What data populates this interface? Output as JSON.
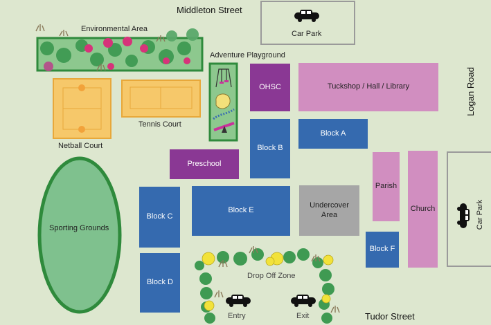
{
  "streets": {
    "north": "Middleton Street",
    "south": "Tudor Street",
    "east": "Logan Road"
  },
  "car_park_top": "Car Park",
  "car_park_right": "Car Park",
  "environmental_area": "Environmental Area",
  "adventure_playground": "Adventure Playground",
  "tennis_court": "Tennis Court",
  "netball_court": "Netball Court",
  "sporting_grounds": "Sporting Grounds",
  "drop_off_zone": "Drop Off Zone",
  "entry": "Entry",
  "exit": "Exit",
  "buildings": {
    "ohsc": "OHSC",
    "tuckshop": "Tuckshop / Hall / Library",
    "block_a": "Block A",
    "block_b": "Block B",
    "preschool": "Preschool",
    "block_c": "Block C",
    "block_d": "Block D",
    "block_e": "Block E",
    "undercover_line1": "Undercover",
    "undercover_line2": "Area",
    "parish": "Parish",
    "church": "Church",
    "block_f": "Block F"
  },
  "colors": {
    "background": "#dde7cf",
    "block": "#356aaf",
    "ohsc_preschool": "#8a3894",
    "church_hall": "#d18ec0",
    "undercover": "#a6a6a6",
    "grass": "#3f9a52",
    "court": "#f6c86a"
  }
}
